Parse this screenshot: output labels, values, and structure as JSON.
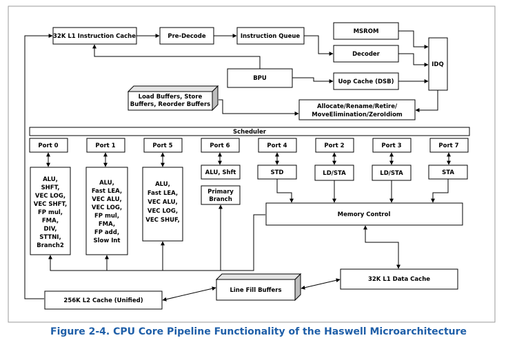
{
  "blocks": {
    "l1_icache": "32K L1 Instruction Cache",
    "predecode": "Pre-Decode",
    "iq": "Instruction Queue",
    "msrom": "MSROM",
    "decoder": "Decoder",
    "idq": "IDQ",
    "bpu": "BPU",
    "uop_cache": "Uop Cache (DSB)",
    "buffers_line1": "Load Buffers, Store",
    "buffers_line2": "Buffers, Reorder Buffers",
    "allocate_line1": "Allocate/Rename/Retire/",
    "allocate_line2": "MoveElimination/ZeroIdiom",
    "scheduler": "Scheduler",
    "memory_control": "Memory Control",
    "l1_dcache": "32K L1 Data Cache",
    "line_fill": "Line Fill Buffers",
    "l2_cache": "256K L2 Cache (Unified)"
  },
  "ports": [
    {
      "name": "Port 0",
      "units": [
        "ALU,",
        "SHFT,",
        "VEC LOG,",
        "VEC SHFT,",
        "FP mul,",
        "FMA,",
        "DIV,",
        "STTNI,",
        "Branch2"
      ]
    },
    {
      "name": "Port 1",
      "units": [
        "ALU,",
        "Fast LEA,",
        "VEC ALU,",
        "VEC LOG,",
        "FP mul,",
        "FMA,",
        "FP add,",
        "Slow Int"
      ]
    },
    {
      "name": "Port 5",
      "units": [
        "ALU,",
        "Fast LEA,",
        "VEC ALU,",
        "VEC LOG,",
        "VEC SHUF,"
      ]
    },
    {
      "name": "Port 6",
      "units": [
        "ALU, Shft"
      ]
    },
    {
      "name": "Port 4",
      "units": [
        "STD"
      ]
    },
    {
      "name": "Port 2",
      "units": [
        "LD/STA"
      ]
    },
    {
      "name": "Port 3",
      "units": [
        "LD/STA"
      ]
    },
    {
      "name": "Port 7",
      "units": [
        "STA"
      ]
    }
  ],
  "primary_branch": [
    "Primary",
    "Branch"
  ],
  "caption": "Figure 2-4.  CPU Core Pipeline Functionality of the Haswell Microarchitecture",
  "colors": {
    "caption": "#1f5fa8",
    "frame": "#999999"
  }
}
